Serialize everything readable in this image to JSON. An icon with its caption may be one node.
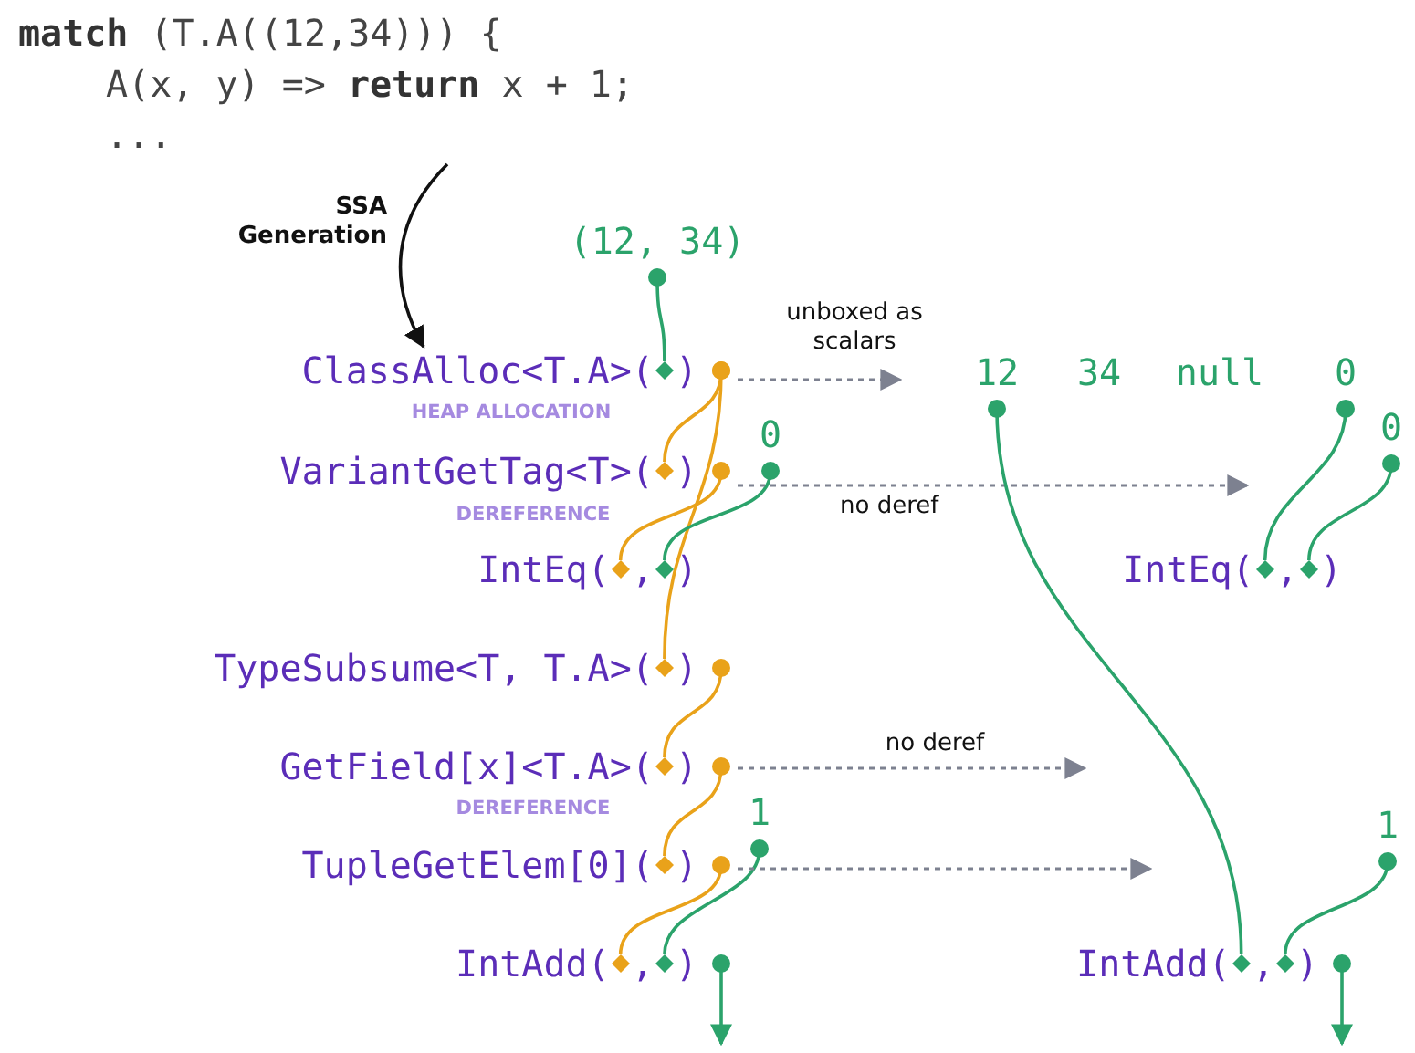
{
  "diagram": {
    "nodes": [
      {
        "text": [
          "**match** (T.A((12,34))) {",
          "A(x, y) => **return** x + 1;",
          "..."
        ]
      },
      {
        "text": [
          "(12, 34)"
        ]
      },
      {
        "text": [
          "ClassAlloc<T.A>( )"
        ],
        "beside": [
          "HEAP ALLOCATION"
        ]
      },
      {
        "text": [],
        "shape": "diamond",
        "in": 2
      },
      {
        "text": [
          "VariantGetTag<T>( )"
        ],
        "beside": [
          "DEREFERENCE"
        ]
      },
      {
        "text": [],
        "shape": "diamond",
        "in": 4
      },
      {
        "text": [
          "0"
        ]
      },
      {
        "text": [
          "IntEq( , )"
        ]
      },
      {
        "text": [],
        "shape": "diamond",
        "in": 7
      },
      {
        "text": [],
        "shape": "diamond",
        "in": 7
      },
      {
        "text": [
          "TypeSubsume<T, T.A>( )"
        ]
      },
      {
        "text": [],
        "shape": "diamond",
        "in": 10
      },
      {
        "text": [
          "GetField[x]<T.A>( )"
        ],
        "beside": [
          "DEREFERENCE"
        ]
      },
      {
        "text": [],
        "shape": "diamond",
        "in": 12
      },
      {
        "text": [
          "1"
        ]
      },
      {
        "text": [
          "TupleGetElem[0]( )"
        ]
      },
      {
        "text": [],
        "shape": "diamond",
        "in": 15
      },
      {
        "text": [
          "IntAdd( , )"
        ]
      },
      {
        "text": [],
        "shape": "diamond",
        "in": 17
      },
      {
        "text": [],
        "shape": "diamond",
        "in": 17
      },
      {
        "text": [
          "12"
        ]
      },
      {
        "text": [
          "0"
        ]
      },
      {
        "text": [
          "0"
        ]
      },
      {
        "text": [
          "IntEq( , )"
        ]
      },
      {
        "text": [],
        "shape": "diamond",
        "in": 23
      },
      {
        "text": [],
        "shape": "diamond",
        "in": 23
      },
      {
        "text": [
          "1"
        ]
      },
      {
        "text": [
          "IntAdd( , )"
        ]
      },
      {
        "text": [],
        "shape": "diamond",
        "in": 27
      },
      {
        "text": [],
        "shape": "diamond",
        "in": 27
      }
    ],
    "edges": [
      {
        "from": 0,
        "to": 2,
        "arrow": "to",
        "label": "SSA Generation",
        "color": "#111111"
      },
      {
        "from": 1,
        "to": 3,
        "arrow": "other"
      },
      {
        "from": 2,
        "to": 5,
        "arrow": "other",
        "color": "#e9a21a"
      },
      {
        "from": 2,
        "to": 11,
        "arrow": "other",
        "color": "#e9a21a"
      },
      {
        "from": 4,
        "to": 8,
        "arrow": "other",
        "color": "#e9a21a"
      },
      {
        "from": 6,
        "to": 9,
        "arrow": "other"
      },
      {
        "from": 10,
        "to": 13,
        "arrow": "other",
        "color": "#e9a21a"
      },
      {
        "from": 12,
        "to": 16,
        "arrow": "other",
        "color": "#e9a21a"
      },
      {
        "from": 15,
        "to": 18,
        "arrow": "other",
        "color": "#e9a21a"
      },
      {
        "from": 14,
        "to": 19,
        "arrow": "other"
      },
      {
        "from": 17,
        "to": null,
        "arrow": "to"
      },
      {
        "from": 2,
        "to": null,
        "arrow": "to",
        "label": "unboxed as scalars",
        "style": "dashed",
        "color": "#7d8190"
      },
      {
        "from": 4,
        "to": null,
        "arrow": "to",
        "label": "no deref",
        "style": "dashed",
        "color": "#7d8190"
      },
      {
        "from": 12,
        "to": null,
        "arrow": "to",
        "label": "no deref",
        "style": "dashed",
        "color": "#7d8190"
      },
      {
        "from": 15,
        "to": null,
        "arrow": "to",
        "style": "dashed",
        "color": "#7d8190"
      },
      {
        "from": 20,
        "to": 28,
        "arrow": "other"
      },
      {
        "from": 21,
        "to": 24,
        "arrow": "other"
      },
      {
        "from": 22,
        "to": 25,
        "arrow": "other"
      },
      {
        "from": 26,
        "to": 29,
        "arrow": "other"
      },
      {
        "from": 27,
        "to": null,
        "arrow": "to"
      }
    ],
    "labels": [
      "34",
      "null"
    ]
  }
}
